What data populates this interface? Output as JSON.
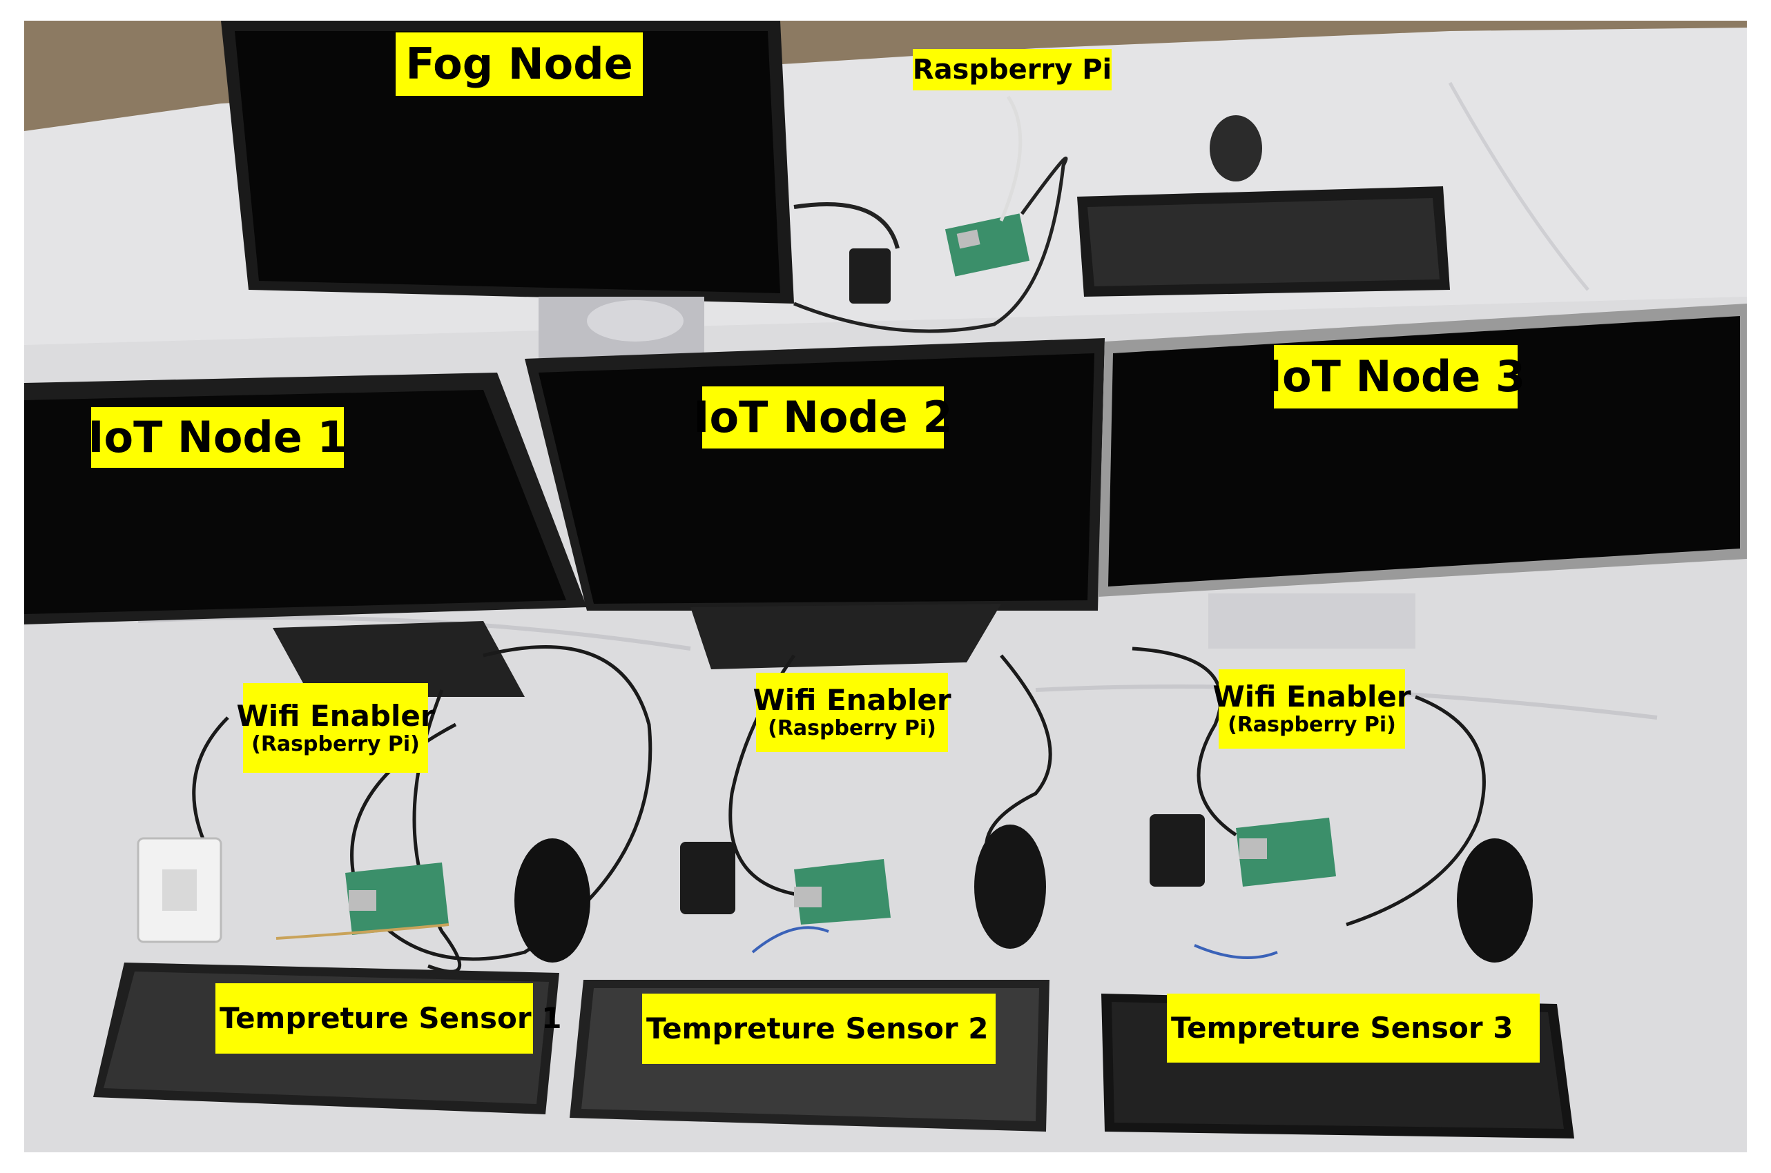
{
  "labels": {
    "fog_node": "Fog Node",
    "raspberry_pi": "Raspberry Pi",
    "iot_node_1": "IoT Node 1",
    "iot_node_2": "IoT Node 2",
    "iot_node_3": "IoT Node 3",
    "wifi_enabler_1": "Wifi Enabler",
    "wifi_enabler_1_sub": "(Raspberry Pi)",
    "wifi_enabler_2": "Wifi Enabler",
    "wifi_enabler_2_sub": "(Raspberry Pi)",
    "wifi_enabler_3": "Wifi Enabler",
    "wifi_enabler_3_sub": "(Raspberry Pi)",
    "sensor_1": "Tempreture Sensor 1",
    "sensor_2": "Tempreture Sensor 2",
    "sensor_3": "Tempreture Sensor 3"
  },
  "colors": {
    "label_bg": "#ffff00",
    "label_text": "#000000",
    "sheet": "#e6e6e8",
    "carpet": "#8c7a62",
    "monitor": "#0b0b0b",
    "bezel": "#2a2a2a",
    "pcb": "#3b8f6a"
  },
  "icons": [
    "monitor",
    "keyboard",
    "mouse",
    "raspberry-pi-board",
    "power-adapter",
    "cable",
    "temperature-sensor"
  ]
}
